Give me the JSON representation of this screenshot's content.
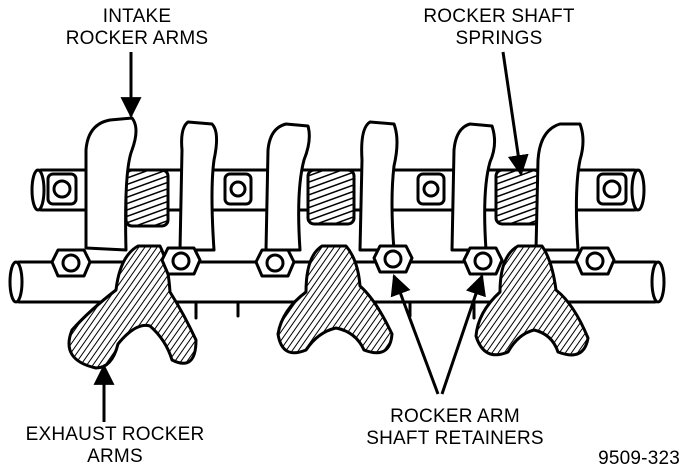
{
  "labels": {
    "intake_line1": "INTAKE",
    "intake_line2": "ROCKER ARMS",
    "springs_line1": "ROCKER SHAFT",
    "springs_line2": "SPRINGS",
    "exhaust_line1": "EXHAUST ROCKER",
    "exhaust_line2": "ARMS",
    "retainers_line1": "ROCKER ARM",
    "retainers_line2": "SHAFT RETAINERS",
    "figure_number": "9509-323"
  },
  "colors": {
    "ink": "#000000",
    "paper": "#ffffff"
  }
}
